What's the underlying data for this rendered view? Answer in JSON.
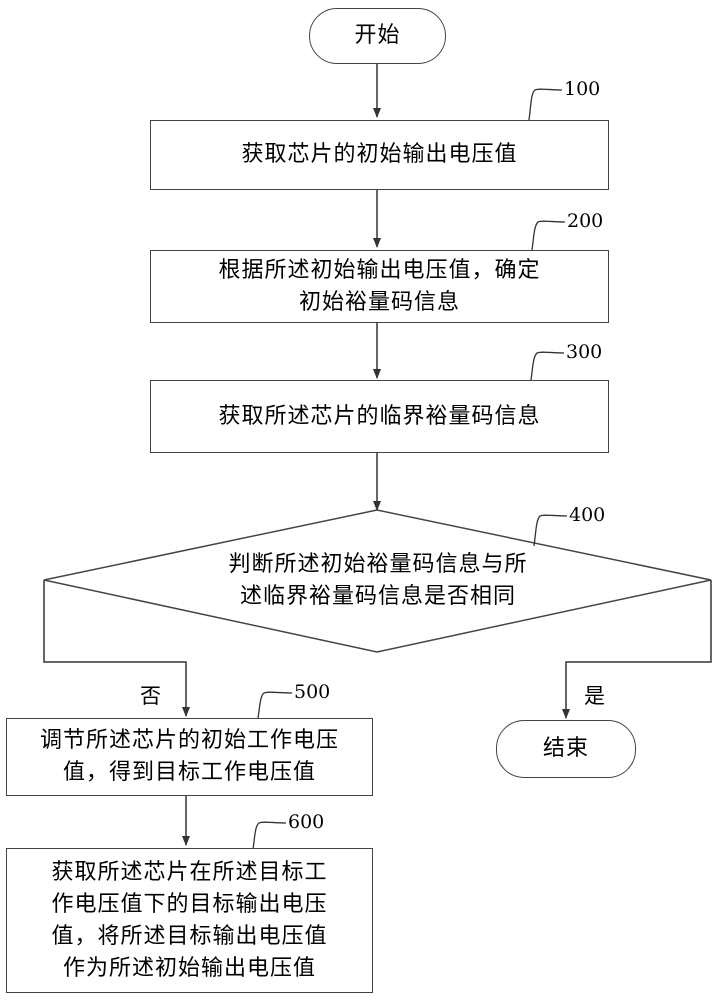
{
  "start": "开始",
  "end": "结束",
  "steps": [
    {
      "id": "100",
      "text": "获取芯片的初始输出电压值"
    },
    {
      "id": "200",
      "text": "根据所述初始输出电压值，确定\n初始裕量码信息"
    },
    {
      "id": "300",
      "text": "获取所述芯片的临界裕量码信息"
    },
    {
      "id": "400",
      "text": "判断所述初始裕量码信息与所\n述临界裕量码信息是否相同"
    },
    {
      "id": "500",
      "text": "调节所述芯片的初始工作电压\n值，得到目标工作电压值"
    },
    {
      "id": "600",
      "text": "获取所述芯片在所述目标工\n作电压值下的目标输出电压\n值，将所述目标输出电压值\n作为所述初始输出电压值"
    }
  ],
  "branches": {
    "no": "否",
    "yes": "是"
  }
}
